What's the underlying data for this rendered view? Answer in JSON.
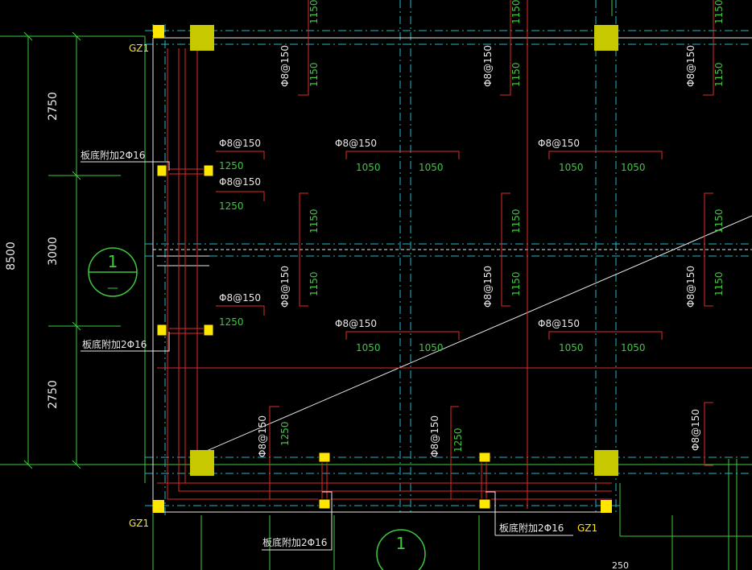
{
  "colors": {
    "background": "#000000",
    "dimension": "#3ec83e",
    "rebar": "#e02828",
    "axis": "#1fb8c8",
    "beam": "#e8e8e8",
    "column": "#c8c800",
    "column_small": "#ffe600",
    "label": "#ffffff",
    "column_label": "#ffe600",
    "length_label": "#3ec83e"
  },
  "labels": {
    "column_tag": "GZ1",
    "rebar_spec": "Φ8@150",
    "extra_bar": "板底附加2Φ16",
    "dim_total": "8500",
    "dim_a": "2750",
    "dim_b": "3000",
    "dim_c": "2750",
    "len_1150": "1150",
    "len_1050": "1050",
    "len_1250": "1250",
    "section_no": "1",
    "section_tail": "—",
    "bottom_dim": "250"
  }
}
